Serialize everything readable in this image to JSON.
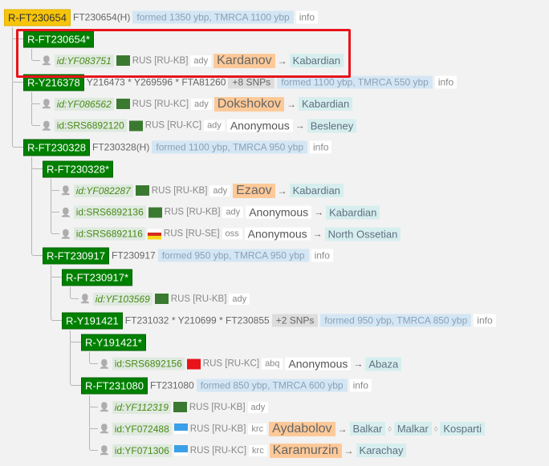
{
  "rows": [
    {
      "depth": 0,
      "type": "clade",
      "label": "R-FT230654",
      "root": true,
      "snps": "FT230654(H)",
      "formed": "formed 1350 ybp, TMRCA 1100 ybp",
      "info": "info"
    },
    {
      "depth": 1,
      "type": "clade",
      "label": "R-FT230654*"
    },
    {
      "depth": 2,
      "type": "sample",
      "id": "id:YF083751",
      "italic": true,
      "flag": "adygea",
      "country": "RUS [RU-KB]",
      "lang": "ady",
      "name": "Kardanov",
      "hl": true,
      "eth": [
        "Kabardian"
      ]
    },
    {
      "depth": 1,
      "type": "clade",
      "label": "R-Y216378",
      "snps": "Y216473 * Y269596 * FTA81260",
      "more": "+8 SNPs",
      "formed": "formed 1100 ybp, TMRCA 550 ybp",
      "info": "info"
    },
    {
      "depth": 2,
      "type": "sample",
      "id": "id:YF086562",
      "italic": true,
      "flag": "adygea",
      "country": "RUS [RU-KC]",
      "lang": "ady",
      "name": "Dokshokov",
      "hl": true,
      "eth": [
        "Kabardian"
      ]
    },
    {
      "depth": 2,
      "type": "sample",
      "id": "id:SRS6892120",
      "flag": "adygea",
      "country": "RUS [RU-KC]",
      "lang": "ady",
      "name": "Anonymous",
      "eth": [
        "Besleney"
      ]
    },
    {
      "depth": 1,
      "type": "clade",
      "label": "R-FT230328",
      "snps": "FT230328(H)",
      "formed": "formed 1100 ybp, TMRCA 950 ybp",
      "info": "info"
    },
    {
      "depth": 2,
      "type": "clade",
      "label": "R-FT230328*"
    },
    {
      "depth": 3,
      "type": "sample",
      "id": "id:YF082287",
      "italic": true,
      "flag": "adygea",
      "country": "RUS [RU-KB]",
      "lang": "ady",
      "name": "Ezaov",
      "hl": true,
      "eth": [
        "Kabardian"
      ]
    },
    {
      "depth": 3,
      "type": "sample",
      "id": "id:SRS6892136",
      "flag": "adygea",
      "country": "RUS [RU-KB]",
      "lang": "ady",
      "name": "Anonymous",
      "eth": [
        "Kabardian"
      ]
    },
    {
      "depth": 3,
      "type": "sample",
      "id": "id:SRS6892116",
      "flag": "ossetia",
      "country": "RUS [RU-SE]",
      "lang": "oss",
      "name": "Anonymous",
      "eth": [
        "North Ossetian"
      ]
    },
    {
      "depth": 2,
      "type": "clade",
      "label": "R-FT230917",
      "snps": "FT230917",
      "formed": "formed 950 ybp, TMRCA 950 ybp",
      "info": "info"
    },
    {
      "depth": 3,
      "type": "clade",
      "label": "R-FT230917*"
    },
    {
      "depth": 4,
      "type": "sample",
      "id": "id:YF103569",
      "italic": true,
      "flag": "adygea",
      "country": "RUS [RU-KB]",
      "lang": "ady"
    },
    {
      "depth": 3,
      "type": "clade",
      "label": "R-Y191421",
      "snps": "FT231032 * Y210699 * FT230855",
      "more": "+2 SNPs",
      "formed": "formed 950 ybp, TMRCA 850 ybp",
      "info": "info"
    },
    {
      "depth": 4,
      "type": "clade",
      "label": "R-Y191421*"
    },
    {
      "depth": 5,
      "type": "sample",
      "id": "id:SRS6892156",
      "flag": "abkhazia",
      "country": "RUS [RU-KC]",
      "lang": "abq",
      "name": "Anonymous",
      "eth": [
        "Abaza"
      ]
    },
    {
      "depth": 4,
      "type": "clade",
      "label": "R-FT231080",
      "snps": "FT231080",
      "formed": "formed 850 ybp, TMRCA 600 ybp",
      "info": "info"
    },
    {
      "depth": 5,
      "type": "sample",
      "id": "id:YF112319",
      "italic": true,
      "flag": "adygea",
      "country": "RUS [RU-KB]",
      "lang": "ady"
    },
    {
      "depth": 5,
      "type": "sample",
      "id": "id:YF072488",
      "flag": "karachay",
      "country": "RUS [RU-KB]",
      "lang": "krc",
      "name": "Aydabolov",
      "hl": true,
      "eth": [
        "Balkar",
        "Malkar",
        "Kosparti"
      ]
    },
    {
      "depth": 5,
      "type": "sample",
      "id": "id:YF071306",
      "flag": "karachay",
      "country": "RUS [RU-KC]",
      "lang": "krc",
      "name": "Karamurzin",
      "hl": true,
      "eth": [
        "Karachay"
      ]
    }
  ],
  "arrow": "→",
  "separator": "◊",
  "colors": {
    "clade": "#008000",
    "root": "#f6c40a",
    "highlight": "#e8141a"
  }
}
